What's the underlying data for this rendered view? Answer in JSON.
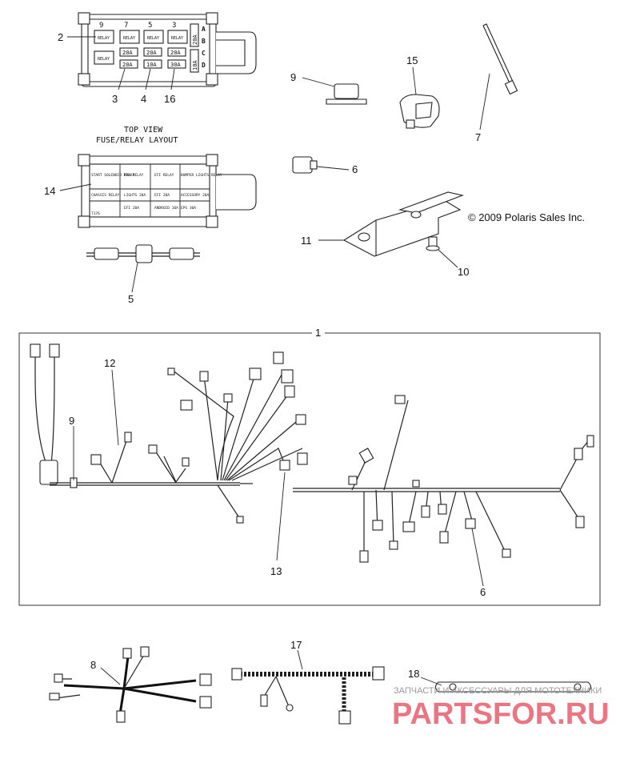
{
  "callouts": {
    "c1": "1",
    "c2": "2",
    "c3": "3",
    "c4": "4",
    "c5": "5",
    "c6a": "6",
    "c6b": "6",
    "c7": "7",
    "c8": "8",
    "c9a": "9",
    "c9b": "9",
    "c10": "10",
    "c11": "11",
    "c12": "12",
    "c13": "13",
    "c14": "14",
    "c15": "15",
    "c16": "16",
    "c17": "17",
    "c18": "18"
  },
  "fuse_box_top": {
    "slot_numbers": [
      "9",
      "7",
      "5",
      "3"
    ],
    "row_letters": [
      "A",
      "B",
      "C",
      "D"
    ],
    "relay_label": "RELAY",
    "fuse_row1": [
      "20A",
      "20A",
      "20A"
    ],
    "fuse_row2": [
      "20A",
      "10A",
      "30A"
    ],
    "side_fuses": [
      "20A",
      "10A"
    ]
  },
  "layout_caption": {
    "line1": "TOP VIEW",
    "line2": "FUSE/RELAY LAYOUT"
  },
  "layout_cells": {
    "r1": [
      "START SOLENOID RELAY",
      "FAN RELAY",
      "EFI RELAY",
      "BUMPER LIGHTS RELAY"
    ],
    "r2": [
      "CHASSIS RELAY",
      "LIGHTS 20A",
      "EFI 20A",
      "ACCESSORY 20A"
    ],
    "r3": [
      "",
      "EFI 20A",
      "ANDROID 10A",
      "EPS 30A"
    ],
    "tag": "7176"
  },
  "copyright": "© 2009 Polaris Sales Inc.",
  "watermark": {
    "line1": "ЗАПЧАСТИ И АКСЕССУАРЫ ДЛЯ МОТОТЕХНИКИ",
    "line2": "PARTSFOR.RU"
  }
}
